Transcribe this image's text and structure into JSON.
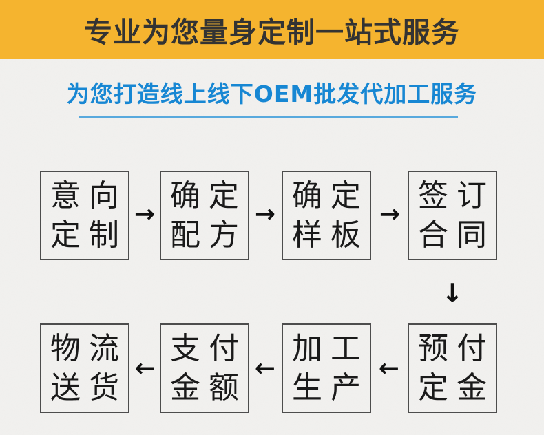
{
  "banner": {
    "title": "专业为您量身定制一站式服务"
  },
  "subtitle": {
    "text": "为您打造线上线下OEM批发代加工服务"
  },
  "flow": {
    "row1": [
      {
        "lines": [
          "意向",
          "定制"
        ]
      },
      {
        "lines": [
          "确定",
          "配方"
        ]
      },
      {
        "lines": [
          "确定",
          "样板"
        ]
      },
      {
        "lines": [
          "签订",
          "合同"
        ]
      }
    ],
    "row2": [
      {
        "lines": [
          "物流",
          "送货"
        ]
      },
      {
        "lines": [
          "支付",
          "金额"
        ]
      },
      {
        "lines": [
          "加工",
          "生产"
        ]
      },
      {
        "lines": [
          "预付",
          "定金"
        ]
      }
    ],
    "arrows": {
      "right": "→",
      "left": "←",
      "down": "↓"
    }
  },
  "colors": {
    "banner_bg": "#f5b42f",
    "banner_text": "#333333",
    "subtitle_blue": "#1787d3",
    "underline_blue": "#58a9dd",
    "box_border": "#4d4d4d",
    "box_text": "#1a1a1a",
    "arrow_black": "#111111",
    "page_bg": "#f3f2f0"
  }
}
